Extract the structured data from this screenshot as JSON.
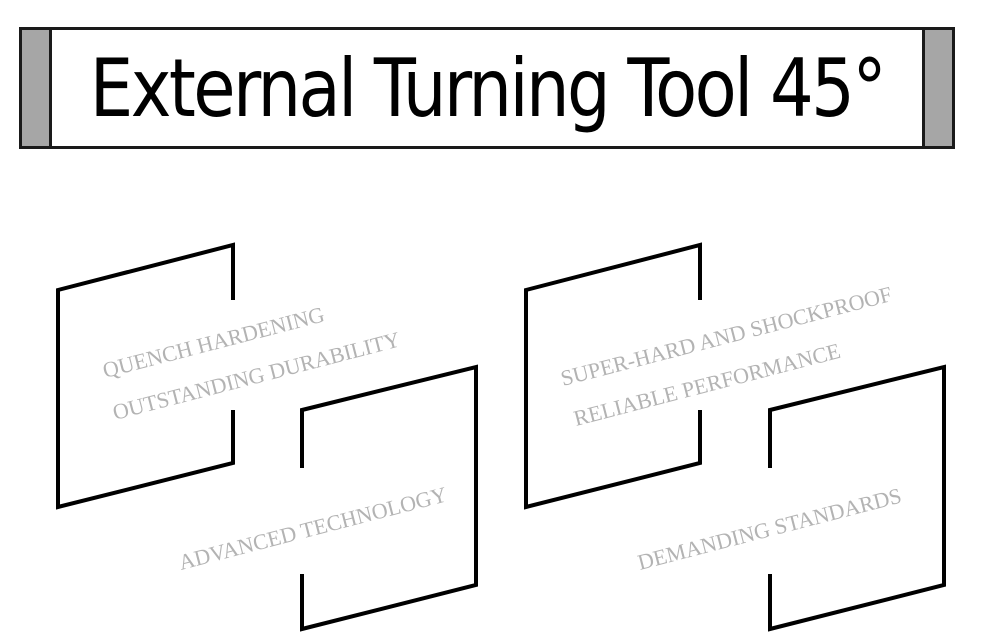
{
  "title": "External Turning Tool 45°",
  "features": {
    "left_top": {
      "line1": "QUENCH HARDENING",
      "line2": "OUTSTANDING DURABILITY"
    },
    "left_bottom": {
      "line1": "ADVANCED TECHNOLOGY"
    },
    "right_top": {
      "line1": "SUPER-HARD AND SHOCKPROOF",
      "line2": "RELIABLE PERFORMANCE"
    },
    "right_bottom": {
      "line1": "DEMANDING STANDARDS"
    }
  },
  "colors": {
    "frame": "#000000",
    "banner_cap": "#a6a6a6",
    "feature_text": "#b3b3b3"
  }
}
